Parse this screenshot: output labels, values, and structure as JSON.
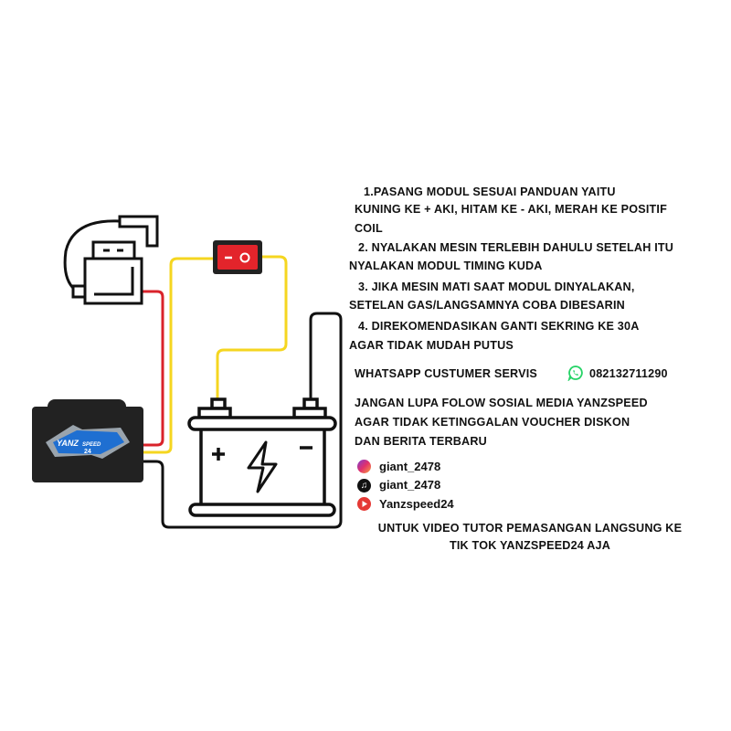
{
  "steps": [
    {
      "line1": "1.PASANG MODUL SESUAI PANDUAN YAITU",
      "line2": "KUNING KE + AKI, HITAM KE - AKI, MERAH KE POSITIF",
      "line3": "COIL"
    },
    {
      "line1": "2. NYALAKAN MESIN TERLEBIH DAHULU SETELAH ITU",
      "line2": "NYALAKAN MODUL TIMING KUDA"
    },
    {
      "line1": "3. JIKA MESIN MATI SAAT MODUL DINYALAKAN,",
      "line2": "SETELAN GAS/LANGSAMNYA COBA DIBESARIN"
    },
    {
      "line1": "4. DIREKOMENDASIKAN GANTI SEKRING KE 30A",
      "line2": "AGAR TIDAK MUDAH PUTUS"
    }
  ],
  "whatsapp": {
    "label": "WHATSAPP CUSTUMER SERVIS",
    "number": "082132711290",
    "icon": "whatsapp-icon"
  },
  "follow": {
    "line1": "JANGAN LUPA FOLOW SOSIAL MEDIA YANZSPEED",
    "line2": "AGAR TIDAK KETINGGALAN VOUCHER DISKON",
    "line3": "DAN BERITA TERBARU"
  },
  "socials": [
    {
      "icon": "instagram-icon",
      "handle": "giant_2478",
      "color": "#e1306c"
    },
    {
      "icon": "tiktok-icon",
      "handle": "giant_2478",
      "color": "#111111"
    },
    {
      "icon": "youtube-icon",
      "handle": "Yanzspeed24",
      "color": "#e53935"
    }
  ],
  "footer": {
    "line1": "UNTUK VIDEO TUTOR PEMASANGAN LANGSUNG KE",
    "line2": "TIK TOK YANZSPEED24 AJA"
  },
  "diagram": {
    "module_logo": "YANZ SPEED 24",
    "switch_symbols": {
      "off": "–",
      "on": "O"
    },
    "battery_symbols": {
      "positive": "+",
      "negative": "–"
    },
    "wire_colors": {
      "red": "#d9232b",
      "yellow": "#f5d620",
      "black": "#111111"
    }
  }
}
